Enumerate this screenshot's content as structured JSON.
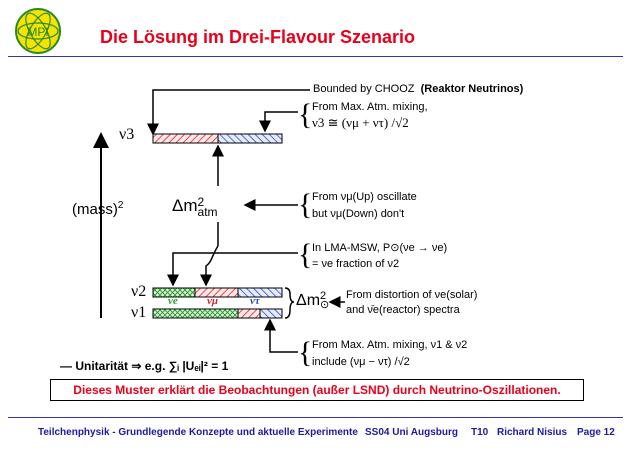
{
  "header": {
    "logo_text": "MPI",
    "title": "Die Lösung im Drei-Flavour Szenario"
  },
  "diagram": {
    "nu3_label": "ν3",
    "nu2_label": "ν2",
    "nu1_label": "ν1",
    "mass_label": "(mass)",
    "mass_exp": "2",
    "dm_atm_main": "Δm",
    "dm_atm_sup": "2",
    "dm_atm_sub": "atm",
    "dm_sol_main": "Δm",
    "dm_sol_sup": "2",
    "dm_sol_sub": "⊙",
    "flavour_e": "νe",
    "flavour_mu": "νμ",
    "flavour_tau": "ντ"
  },
  "annotations": {
    "chooz": "Bounded by CHOOZ",
    "chooz_bold": "(Reaktor Neutrinos)",
    "atm_mix_1": "From Max. Atm. mixing,",
    "atm_mix_2": "ν3 ≅ (νμ + ντ) /√2",
    "updown_1": "From νμ(Up) oscillate",
    "updown_2": "but νμ(Down) don't",
    "lma_1": "In LMA-MSW, P⊙(νe → νe)",
    "lma_2": "= νe fraction of ν2",
    "solar_1": "From distortion of νe(solar)",
    "solar_2": "and ν̄e(reactor) spectra",
    "max_mix_1": "From Max. Atm. mixing, ν1 & ν2",
    "max_mix_2": "include (νμ − ντ) /√2",
    "unitarity": "— Unitarität ⇒ e.g. ∑ᵢ |Uₑᵢ|² = 1"
  },
  "conclusion": "Dieses Muster erklärt die Beobachtungen (außer LSND) durch Neutrino-Oszillationen.",
  "footer": {
    "course": "Teilchenphysik - Grundlegende Konzepte und aktuelle Experimente",
    "term": "SS04 Uni Augsburg",
    "code": "T10",
    "author": "Richard Nisius",
    "page": "Page 12"
  },
  "colors": {
    "title_red": "#e8001c",
    "footer_blue": "#1a1aa6",
    "nu_e_green": "#2e9e2e",
    "nu_mu_red": "#d9262e",
    "nu_tau_blue": "#2b4fc8"
  }
}
